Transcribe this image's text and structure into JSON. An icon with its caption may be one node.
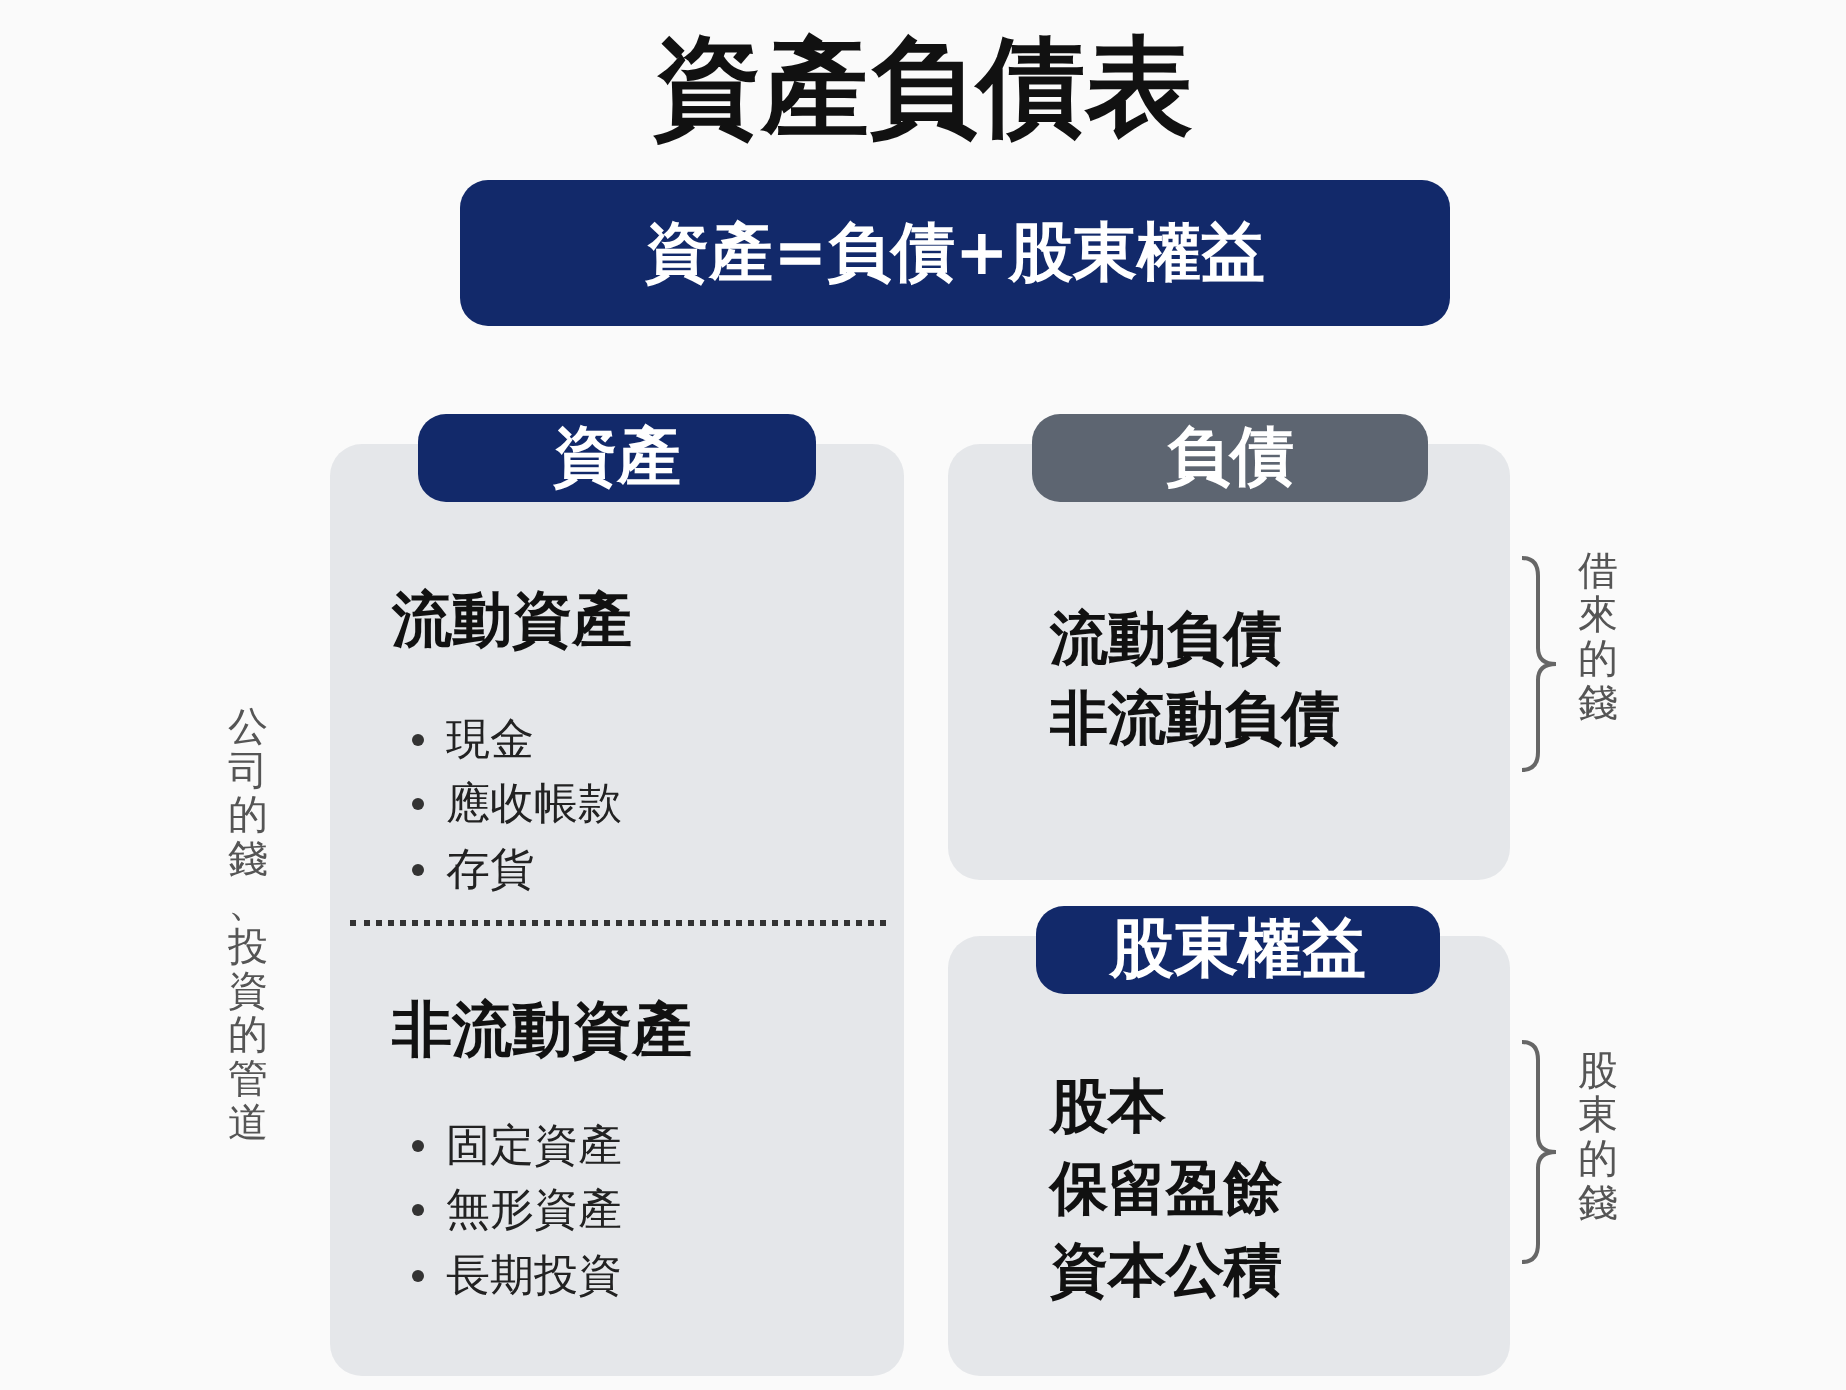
{
  "diagram": {
    "title": "資產負債表",
    "nodes": [
      {
        "text": [
          "資產=負債+股東權益"
        ]
      },
      {
        "text": [
          "流動資產",
          "現金",
          "應收帳款",
          "存貨",
          "非流動資產",
          "固定資產",
          "無形資產",
          "長期投資"
        ],
        "beside": [
          "公司的錢、投資的管道"
        ]
      },
      {
        "text": [
          "資產"
        ]
      },
      {
        "text": [
          "流動負債",
          "非流動負債"
        ],
        "beside": [
          "借來的錢"
        ]
      },
      {
        "text": [
          "負債"
        ]
      },
      {
        "text": [
          "股本",
          "保留盈餘",
          "資本公積"
        ],
        "beside": [
          "股東的錢"
        ]
      },
      {
        "text": [
          "股東權益"
        ]
      }
    ]
  }
}
